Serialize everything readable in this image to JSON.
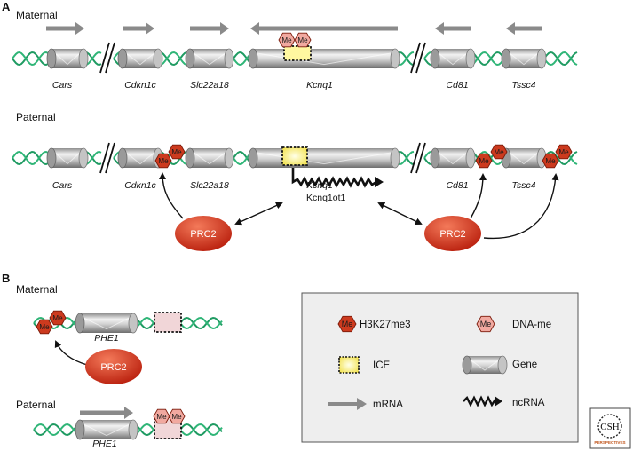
{
  "panel_a": {
    "letter": "A",
    "maternal_label": "Maternal",
    "paternal_label": "Paternal",
    "genes": [
      "Cars",
      "Cdkn1c",
      "Slc22a18",
      "Kcnq1",
      "Cd81",
      "Tssc4"
    ],
    "ncrna_label": "Kcnq1ot1",
    "prc2_label": "PRC2"
  },
  "panel_b": {
    "letter": "B",
    "maternal_label": "Maternal",
    "paternal_label": "Paternal",
    "gene": "PHE1",
    "prc2_label": "PRC2"
  },
  "marks": {
    "me": "Me"
  },
  "legend": {
    "h3k27me3": "H3K27me3",
    "dna_me": "DNA-me",
    "ice": "ICE",
    "gene": "Gene",
    "mrna": "mRNA",
    "ncrna": "ncRNA"
  },
  "logo": {
    "line1": "CSH",
    "line2": "PERSPECTIVES"
  },
  "colors": {
    "dna": "#1f9b62",
    "prc2": "#d8301a",
    "h3k27": "#cc3a1e",
    "dnaMe": "#f1a9a0",
    "ice": "#fff7a0",
    "arrow": "#8a8a8a"
  }
}
